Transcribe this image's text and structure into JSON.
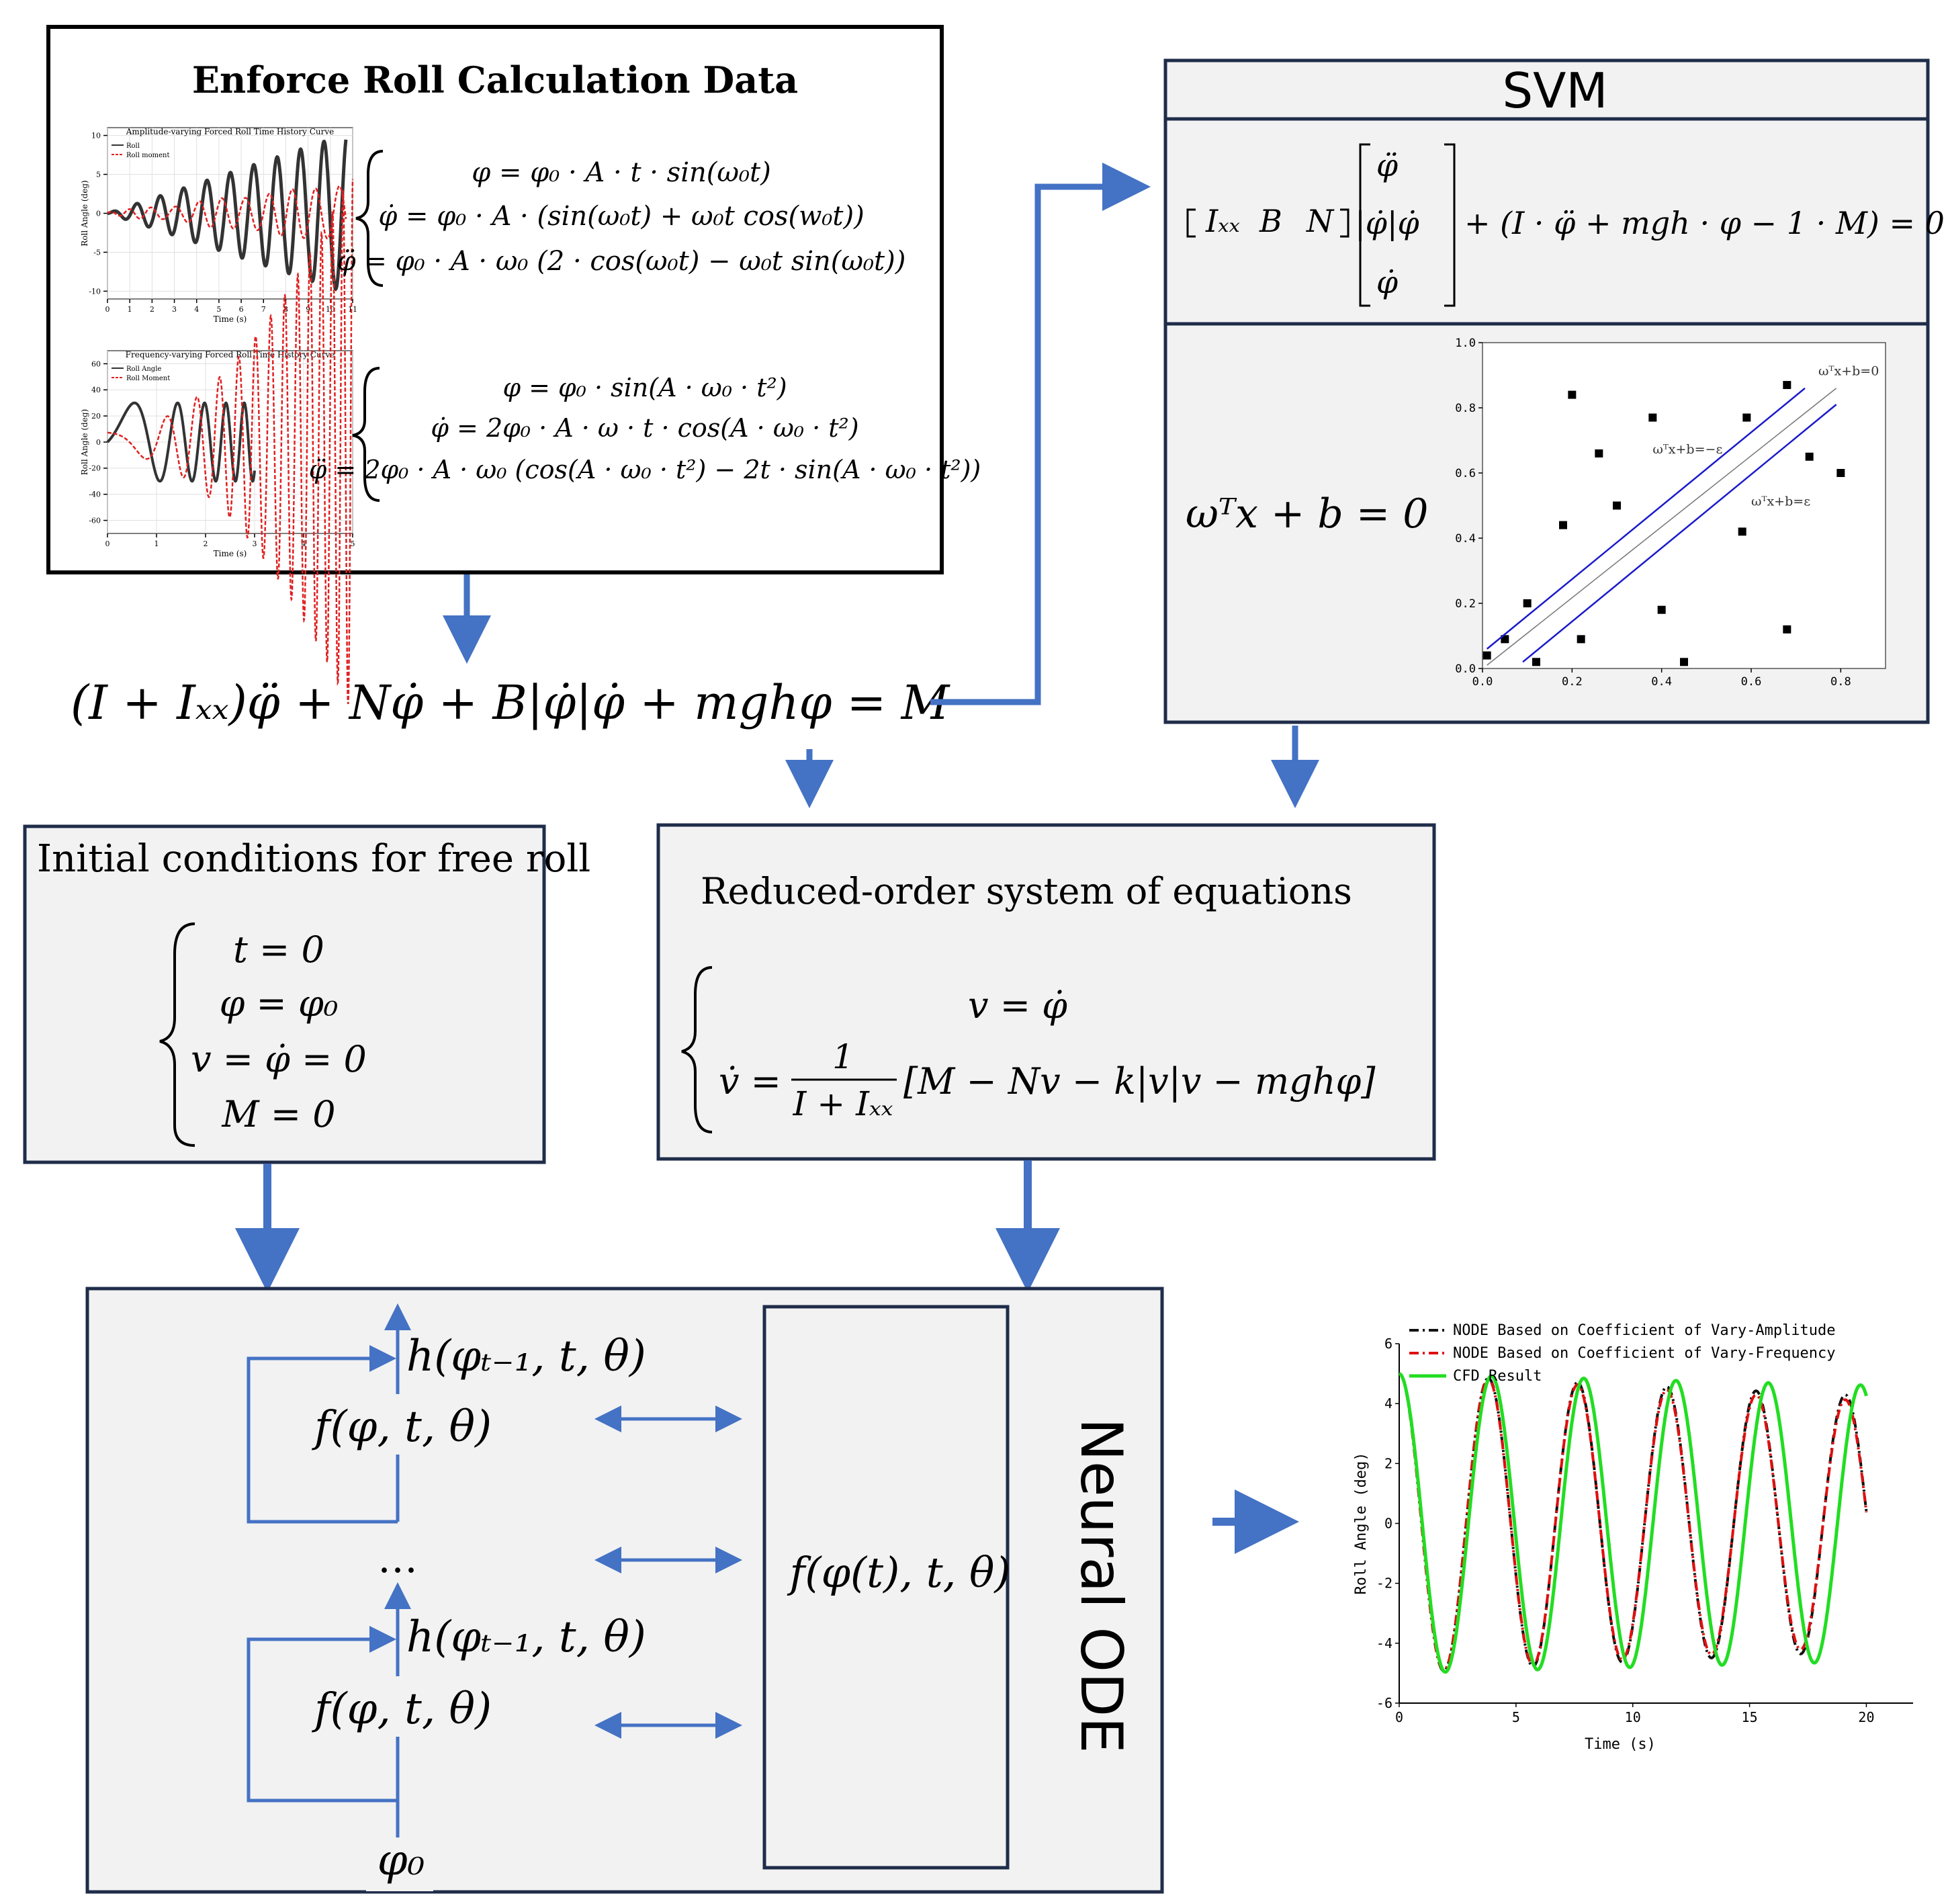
{
  "colors": {
    "arrow": "#4472c4",
    "box_border": "#1f2d4a",
    "box_fill": "#f2f2f2",
    "svm_line": "#1a1acc",
    "roll_curve": "#333333",
    "moment_curve": "#e02020",
    "cfd_curve": "#22dd22"
  },
  "top_box": {
    "title": "Enforce Roll Calculation Data",
    "amp_equations": [
      "φ = φ₀ · A · t · sin(ω₀t)",
      "φ̇ = φ₀ · A · (sin(ω₀t) + ω₀t cos(w₀t))",
      "φ̈ = φ₀ · A · ω₀ (2 · cos(ω₀t) − ω₀t sin(ω₀t))"
    ],
    "freq_equations": [
      "φ = φ₀ · sin(A · ω₀ · t²)",
      "φ̇ = 2φ₀ · A · ω · t · cos(A · ω₀ · t²)",
      "φ̈ = 2φ₀ · A · ω₀ (cos(A · ω₀ · t²) − 2t · sin(A · ω₀ · t²))"
    ]
  },
  "amp_chart": {
    "type": "line",
    "title": "Amplitude-varying Forced Roll Time History Curve",
    "xlabel": "Time (s)",
    "ylabel": "Roll Angle (deg)",
    "xlim": [
      0,
      11
    ],
    "ylim": [
      -11,
      11
    ],
    "xticks": [
      "0",
      "1",
      "2",
      "3",
      "4",
      "5",
      "6",
      "7",
      "8",
      "9",
      "10",
      "11"
    ],
    "yticks": [
      "10",
      "5",
      "0",
      "-5",
      "-10"
    ],
    "series": [
      {
        "name": "Roll",
        "kind": "amp-roll"
      },
      {
        "name": "Roll moment",
        "kind": "amp-moment"
      }
    ]
  },
  "freq_chart": {
    "type": "line",
    "title": "Frequency-varying Forced Roll Time History Curve",
    "xlabel": "Time (s)",
    "ylabel": "Roll Angle (deg)",
    "xlim": [
      0,
      5
    ],
    "ylim": [
      -70,
      70
    ],
    "xticks": [
      "0",
      "1",
      "2",
      "3",
      "4",
      "5"
    ],
    "yticks": [
      "60",
      "40",
      "20",
      "0",
      "-20",
      "-40",
      "-60"
    ],
    "series": [
      {
        "name": "Roll Angle",
        "kind": "freq-roll"
      },
      {
        "name": "Roll Moment",
        "kind": "freq-moment"
      }
    ]
  },
  "main_equation": "(I + Iₓₓ)φ̈ + Nφ̇ + B|φ̇|φ̇ + mghφ = M",
  "svm_box": {
    "title": "SVM",
    "matrix_row": [
      "Iₓₓ",
      "B",
      "N"
    ],
    "vector": [
      "φ̈",
      "|φ̇|φ̇",
      "φ̇"
    ],
    "rest": "+ (I · φ̈ + mgh · φ − 1 · M) = 0",
    "hyperplane_eq": "ωᵀx + b = 0"
  },
  "svm_chart": {
    "type": "scatter",
    "xlim": [
      0,
      0.9
    ],
    "ylim": [
      0,
      1.0
    ],
    "xticks": [
      "0.0",
      "0.2",
      "0.4",
      "0.6",
      "0.8"
    ],
    "yticks": [
      "0.0",
      "0.2",
      "0.4",
      "0.6",
      "0.8",
      "1.0"
    ],
    "points": [
      [
        0.01,
        0.04
      ],
      [
        0.05,
        0.09
      ],
      [
        0.1,
        0.2
      ],
      [
        0.12,
        0.02
      ],
      [
        0.18,
        0.44
      ],
      [
        0.2,
        0.84
      ],
      [
        0.22,
        0.09
      ],
      [
        0.26,
        0.66
      ],
      [
        0.3,
        0.5
      ],
      [
        0.38,
        0.77
      ],
      [
        0.4,
        0.18
      ],
      [
        0.45,
        0.02
      ],
      [
        0.58,
        0.42
      ],
      [
        0.59,
        0.77
      ],
      [
        0.68,
        0.87
      ],
      [
        0.68,
        0.12
      ],
      [
        0.73,
        0.65
      ],
      [
        0.8,
        0.6
      ]
    ],
    "lines": [
      {
        "label": "ωᵀx+b=0",
        "x": [
          0.01,
          0.79
        ],
        "y": [
          0.01,
          0.86
        ]
      },
      {
        "label": "ωᵀx+b=−ε",
        "x": [
          0.01,
          0.72
        ],
        "y": [
          0.06,
          0.86
        ]
      },
      {
        "label": "ωᵀx+b=ε",
        "x": [
          0.09,
          0.79
        ],
        "y": [
          0.02,
          0.81
        ]
      }
    ]
  },
  "initial_box": {
    "title": "Initial conditions for free roll",
    "equations": [
      "t = 0",
      "φ = φ₀",
      "v = φ̇ = 0",
      "M = 0"
    ]
  },
  "reduced_box": {
    "title": "Reduced-order system of equations",
    "eq1": "v = φ̇",
    "eq2_lhs": "v̇ =",
    "eq2_num": "1",
    "eq2_den": "I + Iₓₓ",
    "eq2_rhs": "[M − Nv − k|v|v − mghφ]"
  },
  "node_box": {
    "label": "Neural ODE",
    "h_label": "h(φₜ₋₁, t, θ)",
    "f_label": "f(φ, t, θ)",
    "dots": "…",
    "phi0": "φ₀",
    "inner_label": "f(φ(t), t, θ)"
  },
  "result_chart": {
    "type": "line",
    "xlabel": "Time (s)",
    "ylabel": "Roll Angle (deg)",
    "xlim": [
      0,
      22
    ],
    "ylim": [
      -6,
      6
    ],
    "xticks": [
      "0",
      "5",
      "10",
      "15",
      "20"
    ],
    "yticks": [
      "6",
      "4",
      "2",
      "0",
      "-2",
      "-4",
      "-6"
    ],
    "series": [
      {
        "name": "NODE Based on Coefficient of Vary-Amplitude",
        "amp0": 5.0,
        "decay": 0.008,
        "period": 3.82,
        "t_end": 20
      },
      {
        "name": "NODE Based on Coefficient of Vary-Frequency",
        "amp0": 5.0,
        "decay": 0.01,
        "period": 3.82,
        "t_end": 20
      },
      {
        "name": "CFD Result",
        "amp0": 5.0,
        "decay": 0.004,
        "period": 3.95,
        "t_end": 20
      }
    ]
  }
}
